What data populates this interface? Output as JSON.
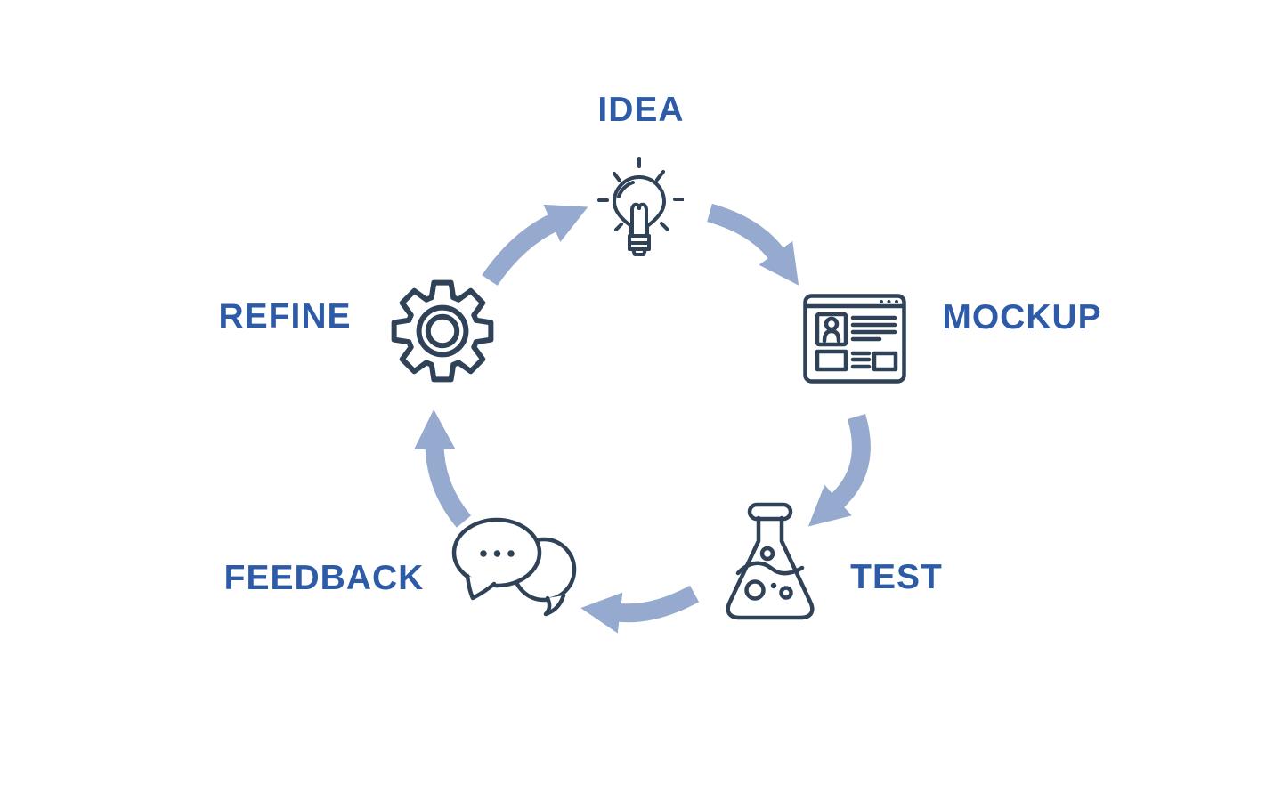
{
  "diagram": {
    "name": "design-iteration-cycle",
    "steps": [
      {
        "label": "IDEA",
        "icon": "lightbulb-icon"
      },
      {
        "label": "MOCKUP",
        "icon": "browser-wireframe-icon"
      },
      {
        "label": "TEST",
        "icon": "flask-icon"
      },
      {
        "label": "FEEDBACK",
        "icon": "speech-bubbles-icon"
      },
      {
        "label": "REFINE",
        "icon": "gear-icon"
      }
    ],
    "arrows": [
      {
        "from": "IDEA",
        "to": "MOCKUP"
      },
      {
        "from": "MOCKUP",
        "to": "TEST"
      },
      {
        "from": "TEST",
        "to": "FEEDBACK"
      },
      {
        "from": "FEEDBACK",
        "to": "REFINE"
      },
      {
        "from": "REFINE",
        "to": "IDEA"
      }
    ],
    "colors": {
      "label": "#2d5ba7",
      "icon_stroke": "#2f4257",
      "arrow": "#96a9cf",
      "background": "#ffffff"
    }
  }
}
